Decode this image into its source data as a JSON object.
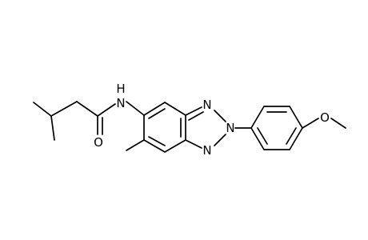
{
  "diagram_type": "chemical-structure",
  "atoms": [
    {
      "id": "NH",
      "label": "N"
    },
    {
      "id": "H",
      "label": "H"
    },
    {
      "id": "O1",
      "label": "O"
    },
    {
      "id": "N1",
      "label": "N"
    },
    {
      "id": "N2",
      "label": "N"
    },
    {
      "id": "N3",
      "label": "N"
    },
    {
      "id": "O2",
      "label": "O"
    }
  ]
}
